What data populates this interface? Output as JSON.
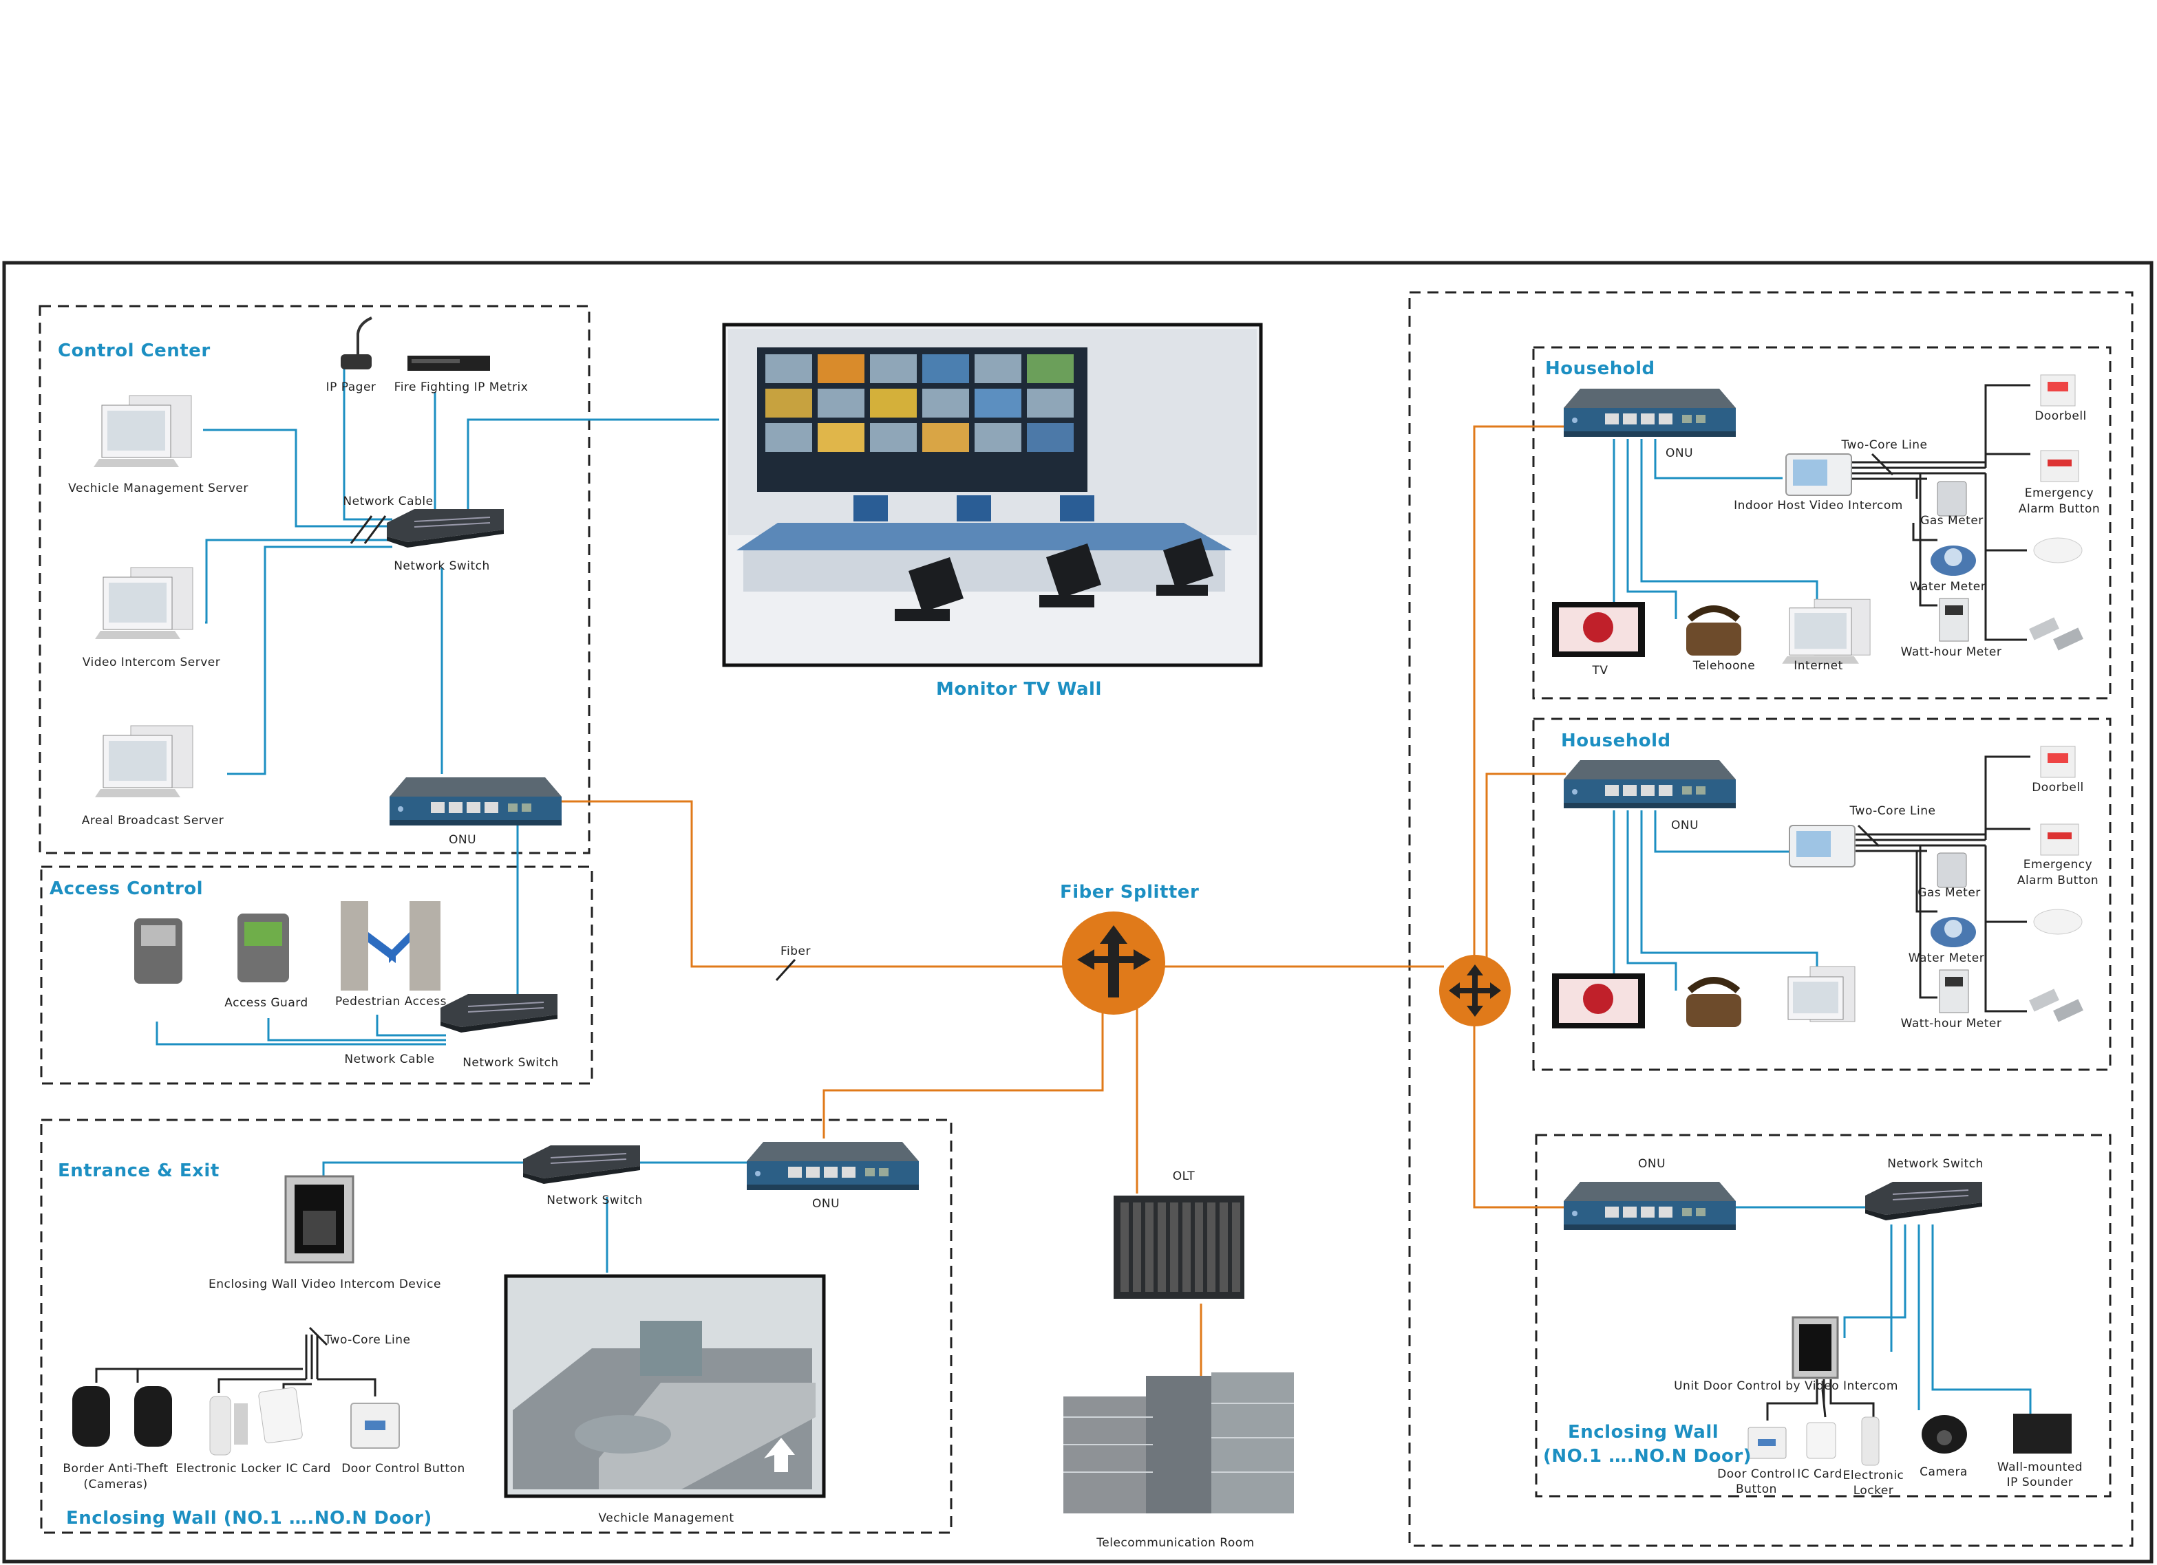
{
  "colors": {
    "blue": "#1c8fc2",
    "orange": "#e07a1a",
    "frame": "#222222",
    "dash": "#222222"
  },
  "titles": {
    "control_center": "Control Center",
    "monitor_tv_wall": "Monitor TV Wall",
    "access_control": "Access Control",
    "entrance_exit": "Entrance & Exit",
    "fiber_splitter": "Fiber Splitter",
    "household_1": "Household",
    "household_2": "Household",
    "enclosing_wall_left": "Enclosing Wall (NO.1 ….NO.N Door)",
    "enclosing_wall_right_1": "Enclosing Wall",
    "enclosing_wall_right_2": "(NO.1 ….NO.N Door)"
  },
  "labels": {
    "ip_pager": "IP Pager",
    "fire_fighting": "Fire Fighting IP Metrix",
    "vehicle_mgmt_server": "Vechicle Management Server",
    "network_cable_cc": "Network Cable",
    "network_switch_cc": "Network Switch",
    "video_intercom_server": "Video Intercom Server",
    "areal_broadcast_server": "Areal Broadcast Server",
    "onu_cc": "ONU",
    "access_guard": "Access Guard",
    "pedestrian_access": "Pedestrian Access",
    "network_cable_ac": "Network Cable",
    "network_switch_ac": "Network Switch",
    "fiber": "Fiber",
    "network_switch_ee": "Network Switch",
    "onu_ee": "ONU",
    "enclosing_wall_device": "Enclosing Wall Video Intercom Device",
    "two_core_line_ee": "Two-Core Line",
    "border_anti_theft_1": "Border Anti-Theft",
    "border_anti_theft_2": "(Cameras)",
    "electronic_locker_ee": "Electronic Locker",
    "ic_card_ee": "IC Card",
    "door_control_button_ee": "Door Control Button",
    "vehicle_management": "Vechicle Management",
    "olt": "OLT",
    "telecom_room": "Telecommunication Room",
    "onu_h1": "ONU",
    "two_core_line_h1": "Two-Core Line",
    "indoor_host": "Indoor Host Video Intercom",
    "doorbell_h1": "Doorbell",
    "emergency_h1_1": "Emergency",
    "emergency_h1_2": "Alarm Button",
    "gas_meter_h1": "Gas Meter",
    "water_meter_h1": "Water Meter",
    "watt_meter_h1": "Watt-hour Meter",
    "tv": "TV",
    "telephone": "Telehoone",
    "internet": "Internet",
    "onu_h2": "ONU",
    "two_core_line_h2": "Two-Core Line",
    "doorbell_h2": "Doorbell",
    "emergency_h2_1": "Emergency",
    "emergency_h2_2": "Alarm Button",
    "gas_meter_h2": "Gas Meter",
    "water_meter_h2": "Water Meter",
    "watt_meter_h2": "Watt-hour Meter",
    "onu_ew": "ONU",
    "network_switch_ew": "Network Switch",
    "unit_door_control": "Unit Door Control by Video Intercom",
    "door_control_ew_1": "Door Control",
    "door_control_ew_2": "Button",
    "ic_card_ew": "IC Card",
    "electronic_ew_1": "Electronic",
    "electronic_ew_2": "Locker",
    "camera_ew": "Camera",
    "wall_sounder_1": "Wall-mounted",
    "wall_sounder_2": "IP Sounder"
  }
}
